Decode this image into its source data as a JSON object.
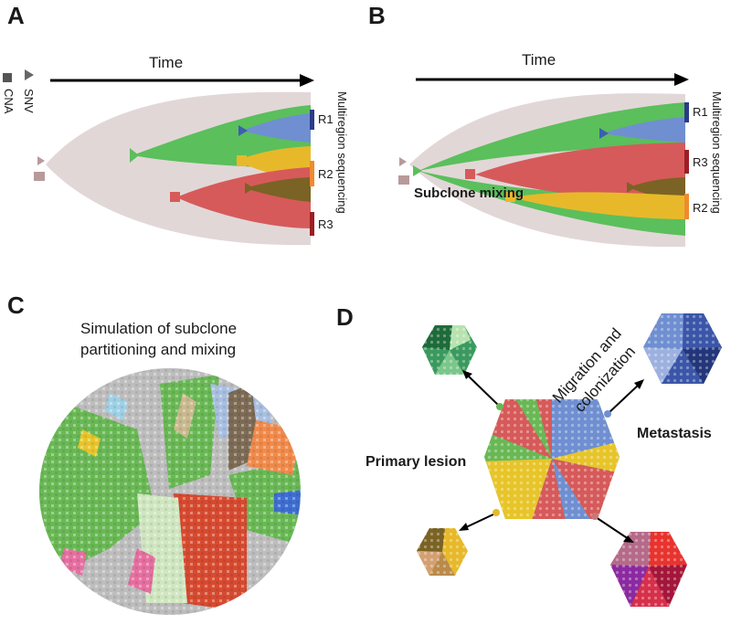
{
  "panels": {
    "a": {
      "letter": "A",
      "time_label": "Time",
      "legend_cna": "CNA",
      "legend_snv": "SNV",
      "vertical_label": "Multiregion sequencing",
      "regions": [
        "R1",
        "R2",
        "R3"
      ]
    },
    "b": {
      "letter": "B",
      "time_label": "Time",
      "vertical_label": "Multiregion sequencing",
      "regions": [
        "R1",
        "R3",
        "R2"
      ],
      "mixing_label": "Subclone mixing"
    },
    "c": {
      "letter": "C",
      "title_line1": "Simulation of subclone",
      "title_line2": "partitioning and mixing"
    },
    "d": {
      "letter": "D",
      "migration_line1": "Migration and",
      "migration_line2": "colonization",
      "metastasis_label": "Metastasis",
      "primary_label": "Primary lesion"
    }
  },
  "colors": {
    "background_clone": "#e2d7d7",
    "green": "#5bbf5c",
    "blue": "#6f8fd1",
    "yellow": "#e7b92a",
    "red": "#d65a5a",
    "brown": "#7a6324",
    "navy": "#2b3a8a",
    "orange": "#f08a30",
    "darkred": "#9b1e24",
    "grey": "#bdbdbd",
    "mauve": "#b89a9a"
  }
}
